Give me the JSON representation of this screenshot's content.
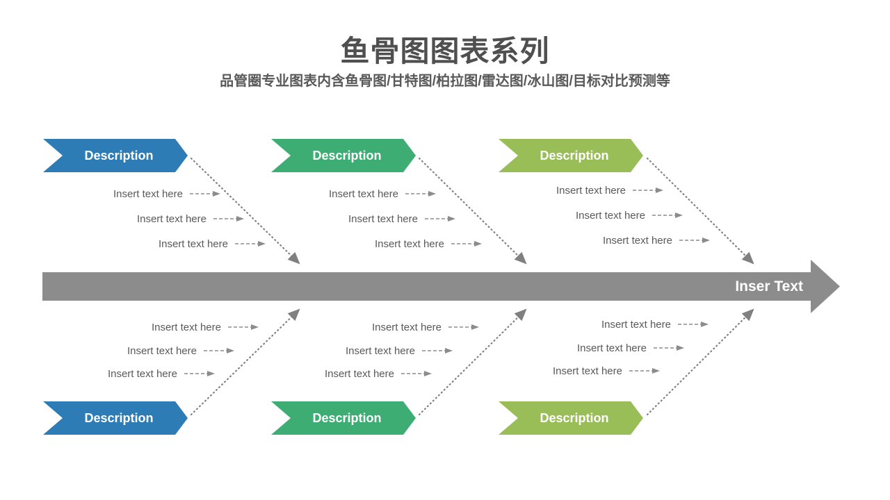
{
  "header": {
    "title": "鱼骨图图表系列",
    "subtitle": "品管圈专业图表内含鱼骨图/甘特图/柏拉图/雷达图/冰山图/目标对比预测等"
  },
  "spine": {
    "label": "Inser Text"
  },
  "palette": {
    "blue": "#2E7CB5",
    "green": "#3EAD74",
    "olive": "#9ABE57",
    "spine_gray": "#8C8C8C",
    "line_gray": "#808080",
    "text_gray": "#595959"
  },
  "groups": [
    {
      "name": "top-left",
      "banner_label": "Description",
      "color": "#2E7CB5",
      "items": [
        "Insert text here",
        "Insert text here",
        "Insert text here"
      ]
    },
    {
      "name": "top-middle",
      "banner_label": "Description",
      "color": "#3EAD74",
      "items": [
        "Insert text here",
        "Insert text here",
        "Insert text here"
      ]
    },
    {
      "name": "top-right",
      "banner_label": "Description",
      "color": "#9ABE57",
      "items": [
        "Insert text here",
        "Insert text here",
        "Insert text here"
      ]
    },
    {
      "name": "bottom-left",
      "banner_label": "Description",
      "color": "#2E7CB5",
      "items": [
        "Insert text here",
        "Insert text here",
        "Insert text here"
      ]
    },
    {
      "name": "bottom-middle",
      "banner_label": "Description",
      "color": "#3EAD74",
      "items": [
        "Insert text here",
        "Insert text here",
        "Insert text here"
      ]
    },
    {
      "name": "bottom-right",
      "banner_label": "Description",
      "color": "#9ABE57",
      "items": [
        "Insert text here",
        "Insert text here",
        "Insert text here"
      ]
    }
  ]
}
